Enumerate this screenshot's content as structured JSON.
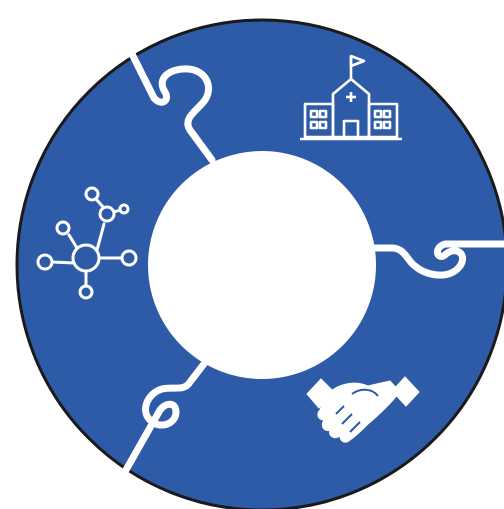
{
  "diagram": {
    "type": "puzzle-ring",
    "piece_count": 3,
    "colors": {
      "piece_fill": "#2E5BA8",
      "piece_stroke": "#1A1A1A",
      "seam": "#FFFFFF",
      "icon": "#FFFFFF",
      "background": "#FFFFFF"
    },
    "pieces": [
      {
        "id": "top-right",
        "icon": "school-building-icon"
      },
      {
        "id": "bottom-right",
        "icon": "handshake-icon"
      },
      {
        "id": "left",
        "icon": "network-hub-icon"
      }
    ]
  }
}
